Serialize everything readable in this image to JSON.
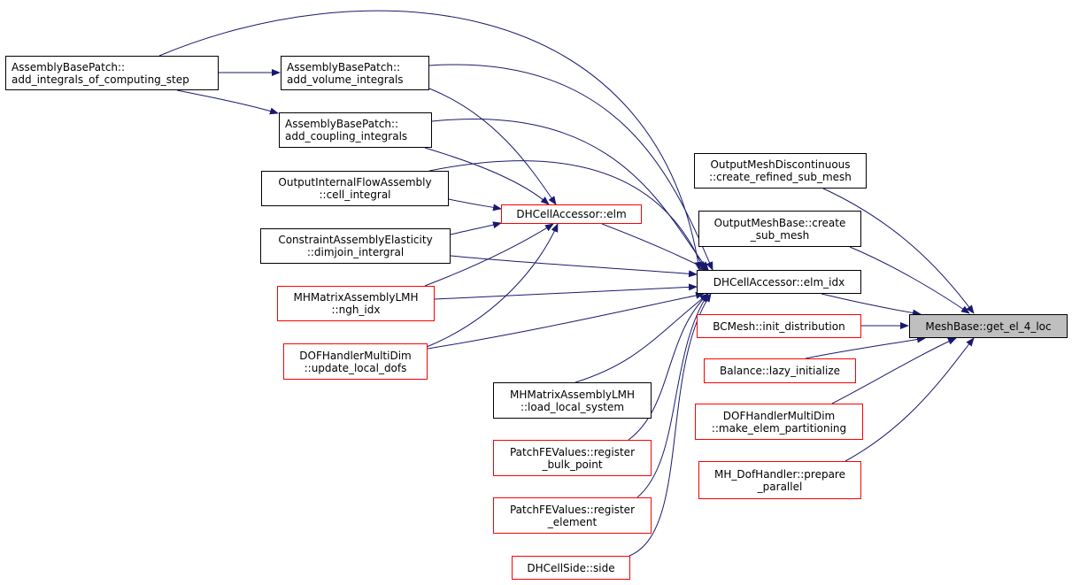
{
  "graph": {
    "edge_color": "#191970",
    "nodes": {
      "add_integrals_of_computing_step": {
        "line1": "AssemblyBasePatch::",
        "line2": "add_integrals_of_computing_step"
      },
      "add_volume_integrals": {
        "line1": "AssemblyBasePatch::",
        "line2": "add_volume_integrals"
      },
      "add_coupling_integrals": {
        "line1": "AssemblyBasePatch::",
        "line2": "add_coupling_integrals"
      },
      "cell_integral": {
        "line1": "OutputInternalFlowAssembly",
        "line2": "::cell_integral"
      },
      "dimjoin_intergral": {
        "line1": "ConstraintAssemblyElasticity",
        "line2": "::dimjoin_intergral"
      },
      "ngh_idx": {
        "line1": "MHMatrixAssemblyLMH",
        "line2": "::ngh_idx"
      },
      "update_local_dofs": {
        "line1": "DOFHandlerMultiDim",
        "line2": "::update_local_dofs"
      },
      "elm": {
        "line1": "DHCellAccessor::elm"
      },
      "elm_idx": {
        "line1": "DHCellAccessor::elm_idx"
      },
      "load_local_system": {
        "line1": "MHMatrixAssemblyLMH",
        "line2": "::load_local_system"
      },
      "register_bulk_point": {
        "line1": "PatchFEValues::register",
        "line2": "_bulk_point"
      },
      "register_element": {
        "line1": "PatchFEValues::register",
        "line2": "_element"
      },
      "side": {
        "line1": "DHCellSide::side"
      },
      "create_refined_sub_mesh": {
        "line1": "OutputMeshDiscontinuous",
        "line2": "::create_refined_sub_mesh"
      },
      "create_sub_mesh": {
        "line1": "OutputMeshBase::create",
        "line2": "_sub_mesh"
      },
      "init_distribution": {
        "line1": "BCMesh::init_distribution"
      },
      "lazy_initialize": {
        "line1": "Balance::lazy_initialize"
      },
      "make_elem_partitioning": {
        "line1": "DOFHandlerMultiDim",
        "line2": "::make_elem_partitioning"
      },
      "prepare_parallel": {
        "line1": "MH_DofHandler::prepare",
        "line2": "_parallel"
      },
      "get_el_4_loc": {
        "line1": "MeshBase::get_el_4_loc"
      }
    }
  }
}
